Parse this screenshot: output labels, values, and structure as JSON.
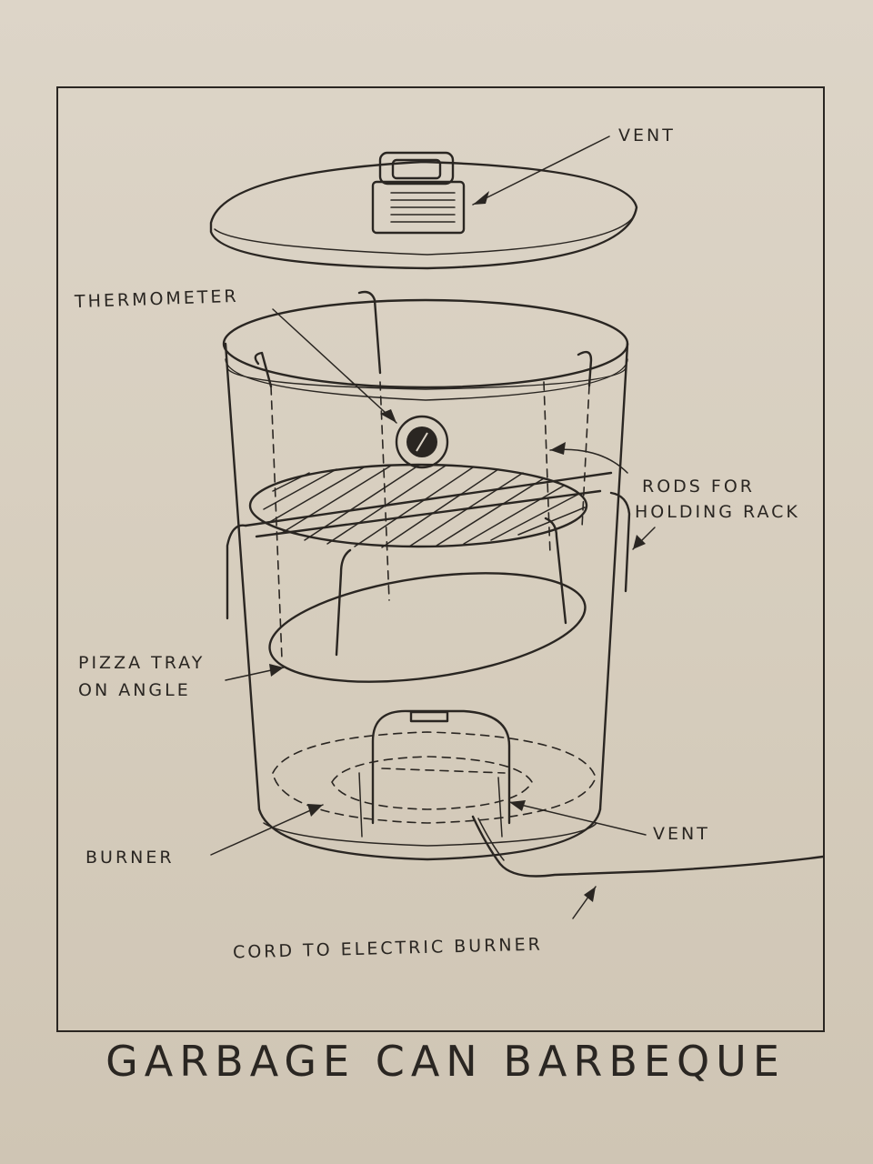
{
  "labels": {
    "vent_top": "VENT",
    "thermometer": "THERMOMETER",
    "rods_line1": "RODS FOR",
    "rods_line2": "HOLDING RACK",
    "pizza_line1": "PIZZA TRAY",
    "pizza_line2": "ON ANGLE",
    "burner": "BURNER",
    "vent_bottom": "VENT",
    "cord": "CORD TO ELECTRIC BURNER"
  },
  "caption": "GARBAGE CAN BARBEQUE"
}
